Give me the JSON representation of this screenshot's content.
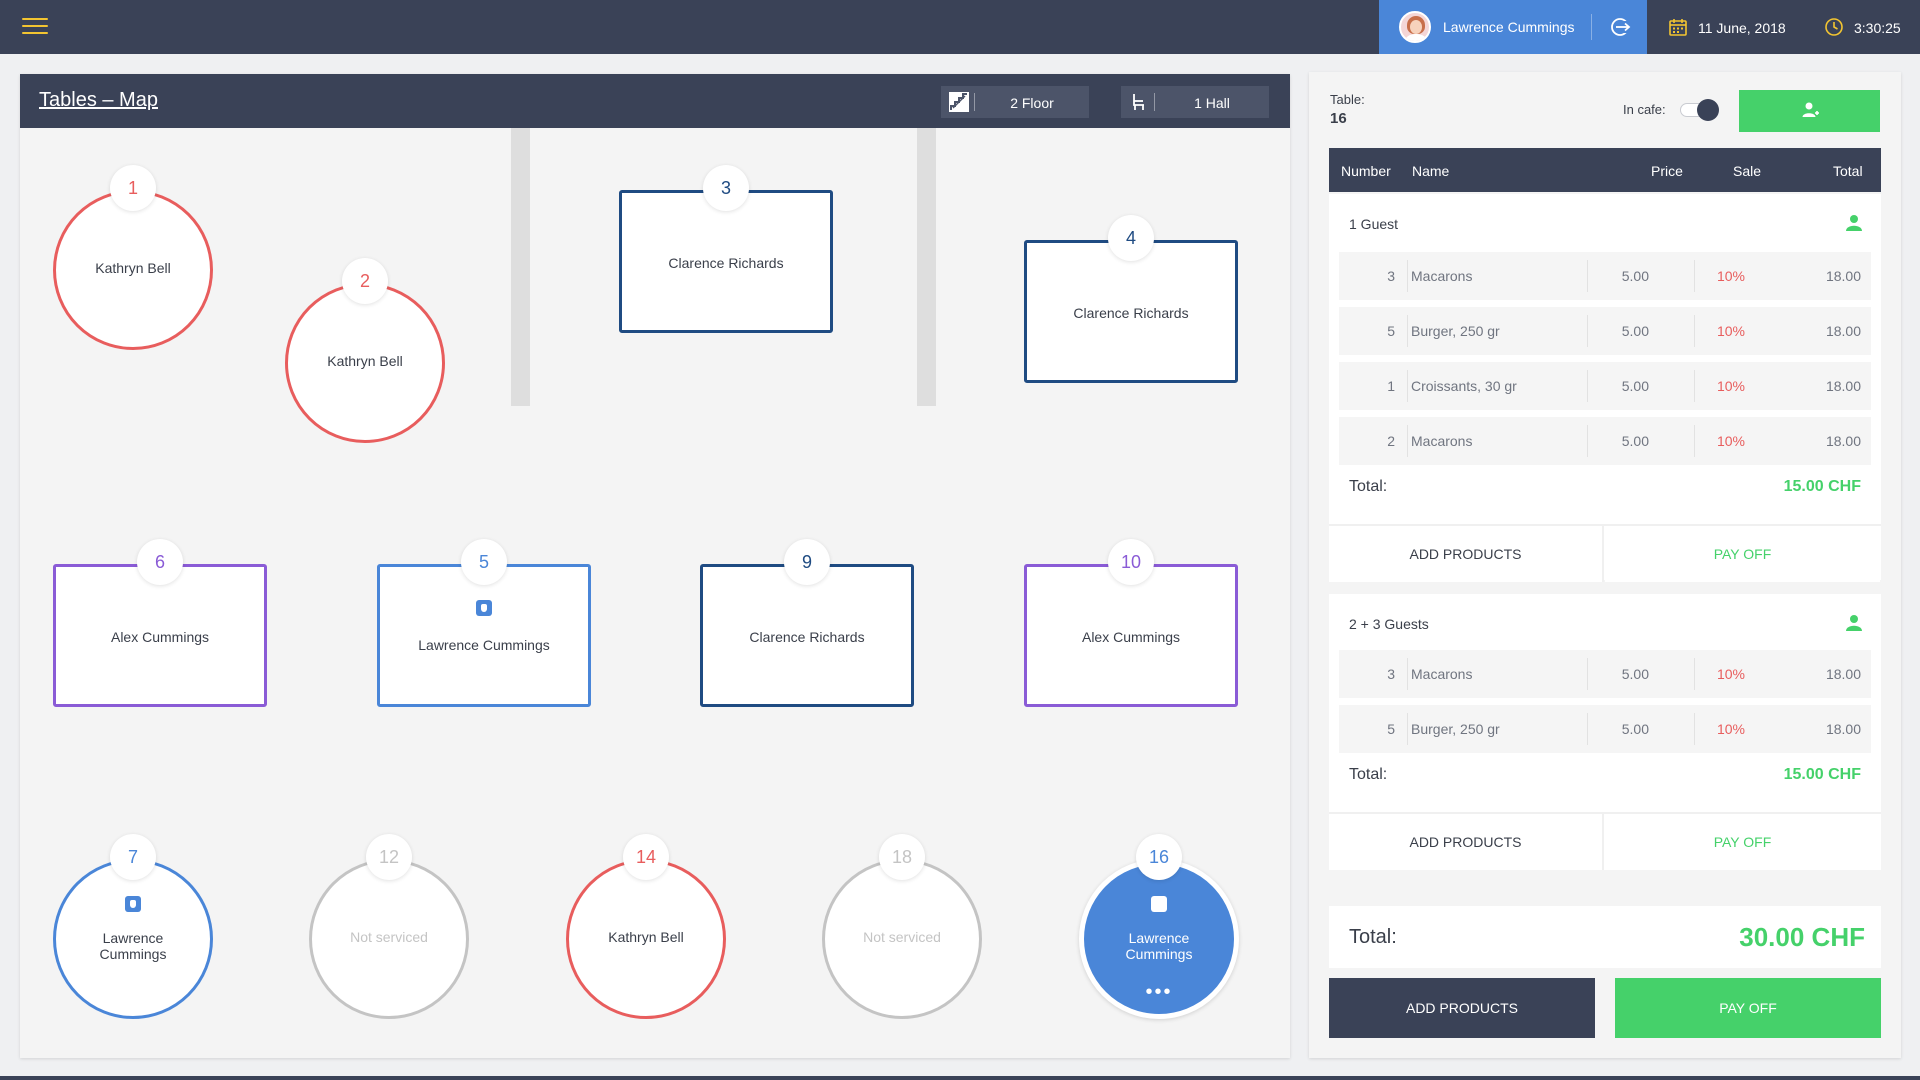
{
  "topbar": {
    "user_name": "Lawrence Cummings",
    "date": "11 June, 2018",
    "time": "3:30:25",
    "accent_color": "#4a86d8",
    "icons": [
      "menu-icon",
      "logout-icon",
      "calendar-icon",
      "clock-icon"
    ]
  },
  "map": {
    "title": "Tables – Map",
    "floor": "2 Floor",
    "hall": "1 Hall",
    "tables": [
      {
        "number": "1",
        "name": "Kathryn Bell",
        "shape": "round",
        "color": "#e85d5d"
      },
      {
        "number": "2",
        "name": "Kathryn Bell",
        "shape": "round",
        "color": "#e85d5d"
      },
      {
        "number": "3",
        "name": "Clarence Richards",
        "shape": "square",
        "color": "#1f4b82"
      },
      {
        "number": "4",
        "name": "Clarence Richards",
        "shape": "square",
        "color": "#1f4b82"
      },
      {
        "number": "6",
        "name": "Alex Cummings",
        "shape": "square",
        "color": "#8a5bd6"
      },
      {
        "number": "5",
        "name": "Lawrence Cummings",
        "shape": "square",
        "color": "#4a86d8"
      },
      {
        "number": "9",
        "name": "Clarence Richards",
        "shape": "square",
        "color": "#1f4b82"
      },
      {
        "number": "10",
        "name": "Alex Cummings",
        "shape": "square",
        "color": "#8a5bd6"
      },
      {
        "number": "7",
        "name": "Lawrence Cummings",
        "shape": "round",
        "color": "#4a86d8"
      },
      {
        "number": "12",
        "name": "Not serviced",
        "shape": "round",
        "color": "#c4c4c4"
      },
      {
        "number": "14",
        "name": "Kathryn Bell",
        "shape": "round",
        "color": "#e85d5d"
      },
      {
        "number": "18",
        "name": "Not serviced",
        "shape": "round",
        "color": "#c4c4c4"
      },
      {
        "number": "16",
        "name": "Lawrence Cummings",
        "shape": "round",
        "color": "#4a86d8"
      }
    ]
  },
  "order": {
    "table_label": "Table:",
    "table_value": "16",
    "in_cafe_label": "In cafe:",
    "columns": [
      "Number",
      "Name",
      "Price",
      "Sale",
      "Total"
    ],
    "guests": [
      {
        "title": "1 Guest",
        "items": [
          {
            "qty": "3",
            "name": "Macarons",
            "price": "5.00",
            "sale": "10%",
            "total": "18.00"
          },
          {
            "qty": "5",
            "name": "Burger, 250 gr",
            "price": "5.00",
            "sale": "10%",
            "total": "18.00"
          },
          {
            "qty": "1",
            "name": "Croissants, 30 gr",
            "price": "5.00",
            "sale": "10%",
            "total": "18.00"
          },
          {
            "qty": "2",
            "name": "Macarons",
            "price": "5.00",
            "sale": "10%",
            "total": "18.00"
          }
        ],
        "total_label": "Total:",
        "total": "15.00 CHF",
        "add_label": "ADD PRODUCTS",
        "pay_label": "PAY OFF"
      },
      {
        "title": "2 + 3 Guests",
        "items": [
          {
            "qty": "3",
            "name": "Macarons",
            "price": "5.00",
            "sale": "10%",
            "total": "18.00"
          },
          {
            "qty": "5",
            "name": "Burger, 250 gr",
            "price": "5.00",
            "sale": "10%",
            "total": "18.00"
          }
        ],
        "total_label": "Total:",
        "total": "15.00 CHF",
        "add_label": "ADD PRODUCTS",
        "pay_label": "PAY OFF"
      }
    ],
    "grand_total_label": "Total:",
    "grand_total": "30.00 CHF",
    "add_products_label": "ADD PRODUCTS",
    "pay_off_label": "PAY OFF",
    "green": "#45d16a",
    "red": "#e85d5d"
  }
}
